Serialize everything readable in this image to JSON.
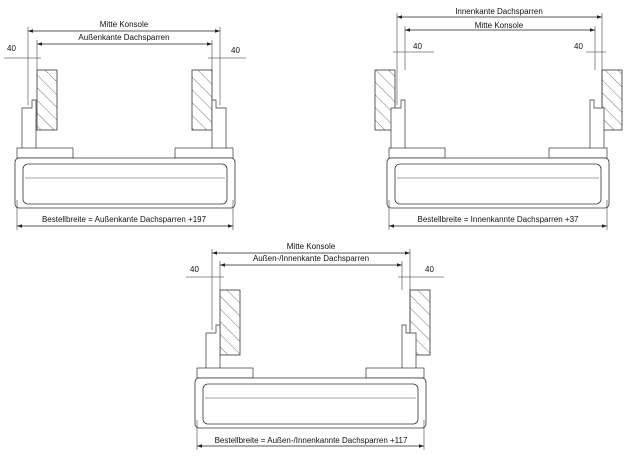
{
  "panels": [
    {
      "outer_label": "Mitte Konsole",
      "inner_label": "Außenkante Dachsparren",
      "offset_left": "40",
      "offset_right": "40",
      "formula": "Bestellbreite = Außenkante Dachsparren +197"
    },
    {
      "outer_label": "Innenkante Dachsparren",
      "inner_label": "Mitte Konsole",
      "offset_left": "40",
      "offset_right": "40",
      "formula": "Bestellbreite = Innenkannte Dachsparren +37"
    },
    {
      "outer_label": "Mitte Konsole",
      "inner_label": "Außen-/Innenkante Dachsparren",
      "offset_left": "40",
      "offset_right": "40",
      "formula": "Bestellbreite = Außen-/Innenkannte Dachsparren +117"
    }
  ]
}
